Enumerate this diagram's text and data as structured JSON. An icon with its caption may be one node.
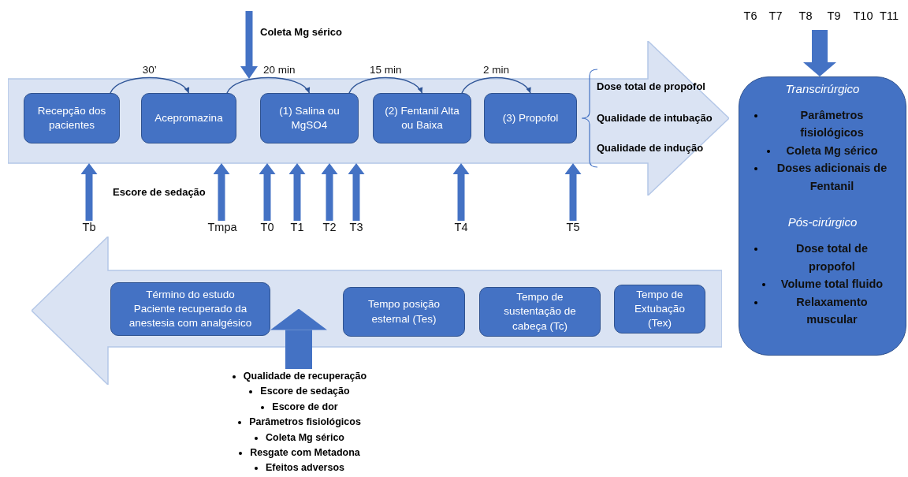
{
  "diagram": {
    "nodes": [
      {
        "text": [],
        "shape": "arrow"
      },
      {
        "text": [
          "Recepção dos pacientes"
        ],
        "in": 0
      },
      {
        "text": [
          "Acepromazina"
        ],
        "in": 0
      },
      {
        "text": [
          "(1) Salina ou MgSO4"
        ],
        "in": 0
      },
      {
        "text": [
          "(2) Fentanil Alta ou Baixa"
        ],
        "in": 0
      },
      {
        "text": [
          "(3) Propofol"
        ],
        "in": 0
      },
      {
        "text": [
          "T6",
          "T7",
          "T8",
          "T9",
          "T10",
          "T11"
        ]
      },
      {
        "text": [
          "Transcirúrgico",
          "Parâmetros fisiológicos",
          "Coleta Mg sérico",
          "Doses adicionais de Fentanil",
          "Pós-cirúrgico",
          "Dose total de propofol",
          "Volume total fluido",
          "Relaxamento muscular"
        ]
      },
      {
        "text": [
          "Tb"
        ]
      },
      {
        "text": [
          "Tmpa"
        ]
      },
      {
        "text": [
          "T0"
        ]
      },
      {
        "text": [
          "T1"
        ]
      },
      {
        "text": [
          "T2"
        ]
      },
      {
        "text": [
          "T3"
        ]
      },
      {
        "text": [
          "T4"
        ]
      },
      {
        "text": [
          "T5"
        ]
      },
      {
        "text": [],
        "shape": "arrow"
      },
      {
        "text": [
          "Término do estudo",
          "Paciente recuperado da anestesia com analgésico"
        ],
        "in": 16
      },
      {
        "text": [
          "Tempo posição esternal (Tes)"
        ],
        "in": 16
      },
      {
        "text": [
          "Tempo de sustentação de cabeça (Tc)"
        ],
        "in": 16
      },
      {
        "text": [
          "Tempo de Extubação (Tex)"
        ],
        "in": 16
      },
      {
        "text": [
          "Qualidade de recuperação",
          "Escore de sedação",
          "Escore de dor",
          "Parâmetros fisiológicos",
          "Coleta Mg sérico",
          "Resgate com Metadona",
          "Efeitos adversos"
        ]
      }
    ],
    "edges": [
      {
        "from": 1,
        "to": 2,
        "arrow": "to",
        "label": "30’"
      },
      {
        "from": 2,
        "to": 3,
        "arrow": "to",
        "label": "20 min"
      },
      {
        "from": 3,
        "to": 4,
        "arrow": "to",
        "label": "15 min"
      },
      {
        "from": 4,
        "to": 5,
        "arrow": "to",
        "label": "2 min"
      },
      {
        "from": null,
        "to": 0,
        "arrow": "to"
      },
      {
        "from": 8,
        "to": 0,
        "arrow": "to"
      },
      {
        "from": 9,
        "to": 0,
        "arrow": "to"
      },
      {
        "from": 10,
        "to": 0,
        "arrow": "to"
      },
      {
        "from": 11,
        "to": 0,
        "arrow": "to"
      },
      {
        "from": 12,
        "to": 0,
        "arrow": "to"
      },
      {
        "from": 13,
        "to": 0,
        "arrow": "to"
      },
      {
        "from": 14,
        "to": 0,
        "arrow": "to"
      },
      {
        "from": 15,
        "to": 0,
        "arrow": "to"
      },
      {
        "from": 6,
        "to": 7,
        "arrow": "to",
        "style": "thick"
      },
      {
        "from": 21,
        "to": 16,
        "arrow": "to",
        "style": "thick"
      }
    ],
    "labels": [
      "Coleta Mg sérico",
      "Escore de sedação",
      "Dose total de propofol",
      "Qualidade de intubação",
      "Qualidade de indução"
    ]
  }
}
